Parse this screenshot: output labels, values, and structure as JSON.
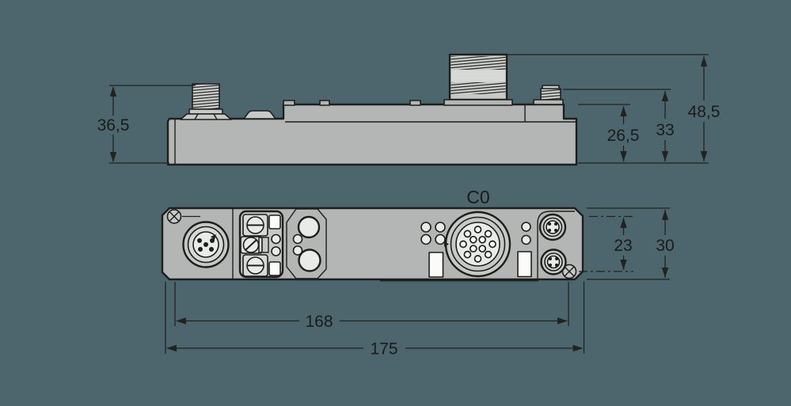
{
  "drawing": {
    "type": "technical-dimension-drawing",
    "unit": "mm",
    "background_color": "#4d666e",
    "colors": {
      "outline": "#1e1e1c",
      "body_fill": "#b3b6b4",
      "detail_fill": "#c6c9c7",
      "light_fill": "#e9ebe9",
      "white_fill": "#fbfbfa",
      "dimension_text": "#1b1b19"
    },
    "side_view": {
      "dimensions": {
        "m12_connector_height": "36,5",
        "body_height": "26,5",
        "m8_connector_height": "33",
        "total_height": "48,5"
      }
    },
    "front_view": {
      "connector_label": "C0",
      "dimensions": {
        "mount_hole_vertical_spacing": "23",
        "body_height": "30",
        "mount_hole_horizontal_spacing": "168",
        "body_width": "175"
      }
    }
  }
}
